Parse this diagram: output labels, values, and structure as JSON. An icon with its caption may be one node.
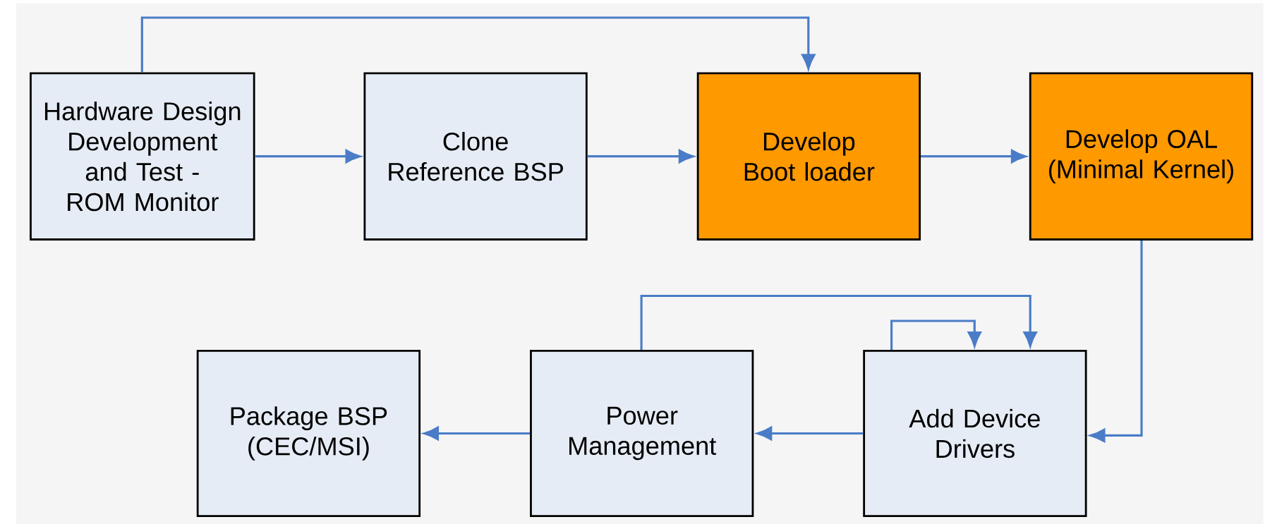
{
  "diagram": {
    "nodes": [
      {
        "text": [
          "Hardware Design Development and Test - ROM Monitor"
        ]
      },
      {
        "text": [
          "Clone Reference BSP"
        ]
      },
      {
        "text": [
          "Develop Boot loader"
        ]
      },
      {
        "text": [
          "Develop OAL (Minimal Kernel)"
        ]
      },
      {
        "text": [
          "Package BSP (CEC/MSI)"
        ]
      },
      {
        "text": [
          "Power Management"
        ]
      },
      {
        "text": [
          "Add Device Drivers"
        ]
      }
    ],
    "edges": [
      {
        "from": 0,
        "to": 2,
        "arrow": "to"
      },
      {
        "from": 0,
        "to": 1,
        "arrow": "to"
      },
      {
        "from": 1,
        "to": 2,
        "arrow": "to"
      },
      {
        "from": 2,
        "to": 3,
        "arrow": "to"
      },
      {
        "from": 3,
        "to": 6,
        "arrow": "to"
      },
      {
        "from": 6,
        "to": 6,
        "arrow": "to"
      },
      {
        "from": 5,
        "to": 6,
        "arrow": "to"
      },
      {
        "from": 6,
        "to": 5,
        "arrow": "to"
      },
      {
        "from": 5,
        "to": 4,
        "arrow": "to"
      }
    ]
  }
}
